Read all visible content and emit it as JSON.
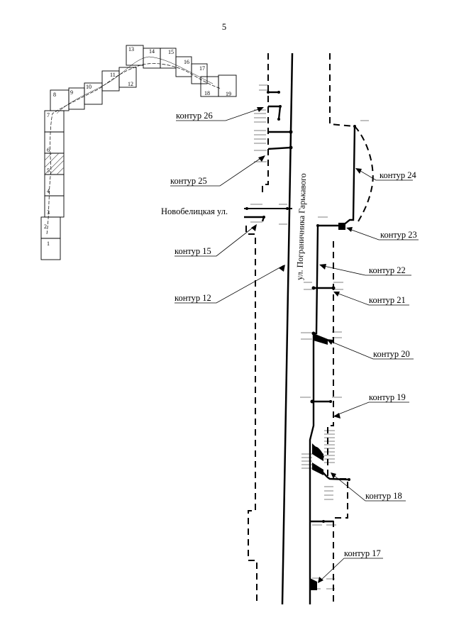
{
  "page_number": "5",
  "sheet_numbers": [
    "1",
    "2",
    "3",
    "4",
    "5",
    "6",
    "7",
    "8",
    "9",
    "10",
    "11",
    "12",
    "13",
    "14",
    "15",
    "16",
    "17",
    "18",
    "19"
  ],
  "streets": {
    "main": "ул. Пограничника Гарькавого",
    "side": "Новобелицкая ул."
  },
  "contours": {
    "c26": "контур 26",
    "c25": "контур 25",
    "c24": "контур 24",
    "c23": "контур 23",
    "c22": "контур 22",
    "c21": "контур 21",
    "c20": "контур 20",
    "c19": "контур 19",
    "c18": "контур 18",
    "c17": "контур 17",
    "c15": "контур 15",
    "c12": "контур 12"
  },
  "colors": {
    "ink": "#000000",
    "hatch": "#555555",
    "paper": "#ffffff"
  }
}
